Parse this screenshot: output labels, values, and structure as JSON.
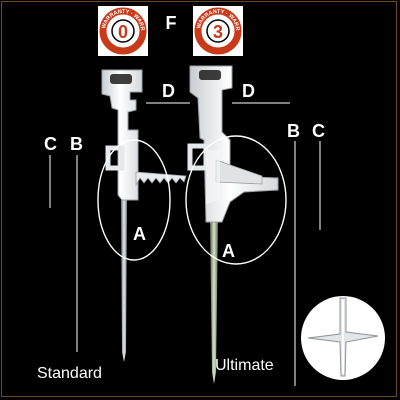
{
  "labels": {
    "F": "F",
    "D_left": "D",
    "D_right": "D",
    "C_left": "C",
    "B_left": "B",
    "B_right": "B",
    "C_right": "C",
    "A_left": "A",
    "A_right": "A"
  },
  "captions": {
    "standard": "Standard",
    "ultimate": "Ultimate"
  },
  "badges": {
    "left": {
      "text": "WARRANTY · WARRANTY",
      "number": "0"
    },
    "right": {
      "text": "WARRANTY · WARRANTY",
      "number": "3"
    }
  },
  "colors": {
    "background": "#000000",
    "frame": "#6a4b25",
    "post": "#f2f4f6",
    "spike": "#b8bcc0",
    "badge_red": "#c93a1a"
  }
}
